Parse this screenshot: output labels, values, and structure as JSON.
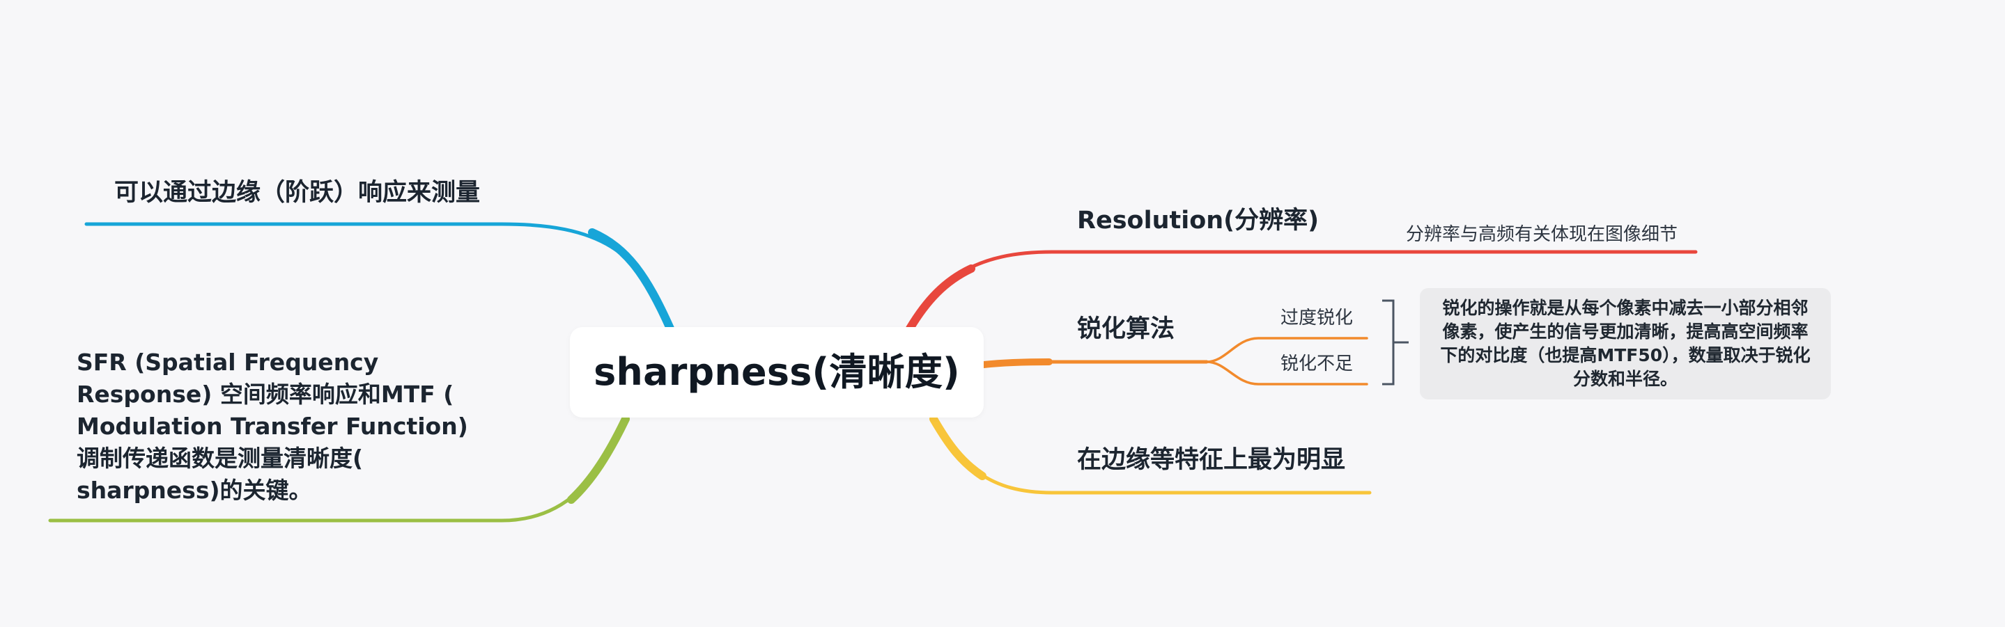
{
  "mindmap": {
    "root": {
      "label": "sharpness(清晰度)"
    },
    "branches": [
      {
        "id": "resolution",
        "label": "Resolution(分辨率)",
        "color": "#e8473d",
        "children": [
          {
            "label": "分辨率与高频有关体现在图像细节"
          }
        ]
      },
      {
        "id": "sharpen",
        "label": "锐化算法",
        "color": "#f28a2c",
        "children": [
          {
            "label": "过度锐化"
          },
          {
            "label": "锐化不足"
          }
        ],
        "summary": "锐化的操作就是从每个像素中减去一小部分相邻像素，使产生的信号更加清晰，提高高空间频率下的对比度（也提高MTF50），数量取决于锐化分数和半径。"
      },
      {
        "id": "edge-feature",
        "label": "在边缘等特征上最为明显",
        "color": "#f8c53a"
      },
      {
        "id": "edge-measure",
        "label": "可以通过边缘（阶跃）响应来测量",
        "color": "#17a5d8"
      },
      {
        "id": "sfr-mtf",
        "label": "SFR (Spatial Frequency Response) 空间频率响应和MTF ( Modulation Transfer Function) 调制传递函数是测量清晰度( sharpness)的关键。",
        "color": "#9bbf45"
      }
    ]
  }
}
